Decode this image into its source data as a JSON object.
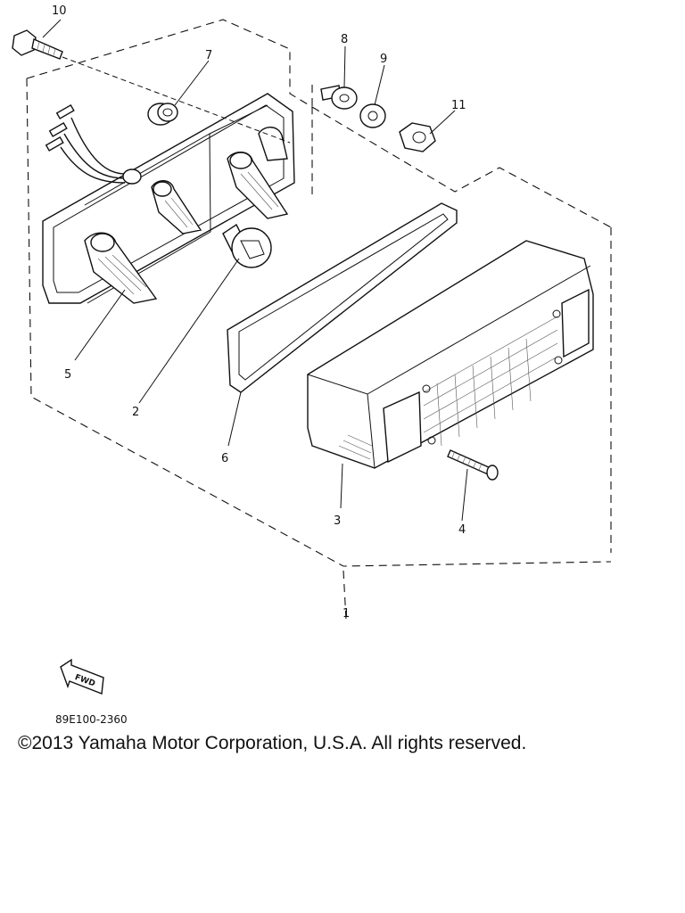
{
  "callouts": {
    "c1": "1",
    "c2": "2",
    "c3": "3",
    "c4": "4",
    "c5": "5",
    "c6": "6",
    "c7": "7",
    "c8": "8",
    "c9": "9",
    "c10": "10",
    "c11": "11"
  },
  "fwd_label": "FWD",
  "diagram_code": "89E100-2360",
  "copyright": "©2013 Yamaha Motor Corporation, U.S.A. All rights reserved."
}
